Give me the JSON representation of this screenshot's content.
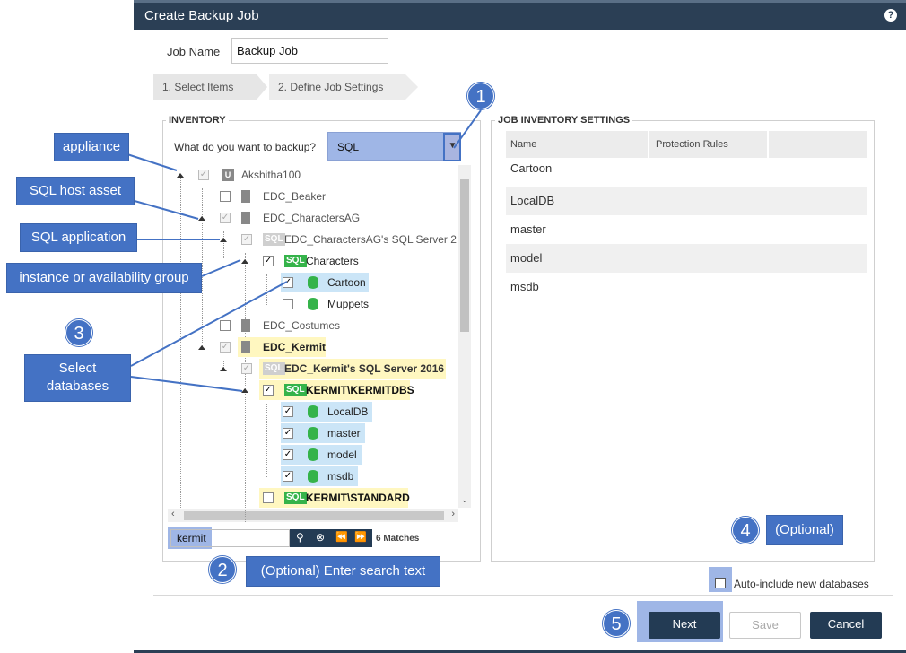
{
  "window": {
    "title": "Create Backup Job",
    "help": "?"
  },
  "job": {
    "label": "Job Name",
    "value": "Backup Job"
  },
  "steps": [
    "1. Select Items",
    "2. Define Job Settings"
  ],
  "inventory": {
    "legend": "INVENTORY",
    "question": "What do you want to backup?",
    "select_value": "SQL",
    "tree": [
      {
        "label": "Akshitha100"
      },
      {
        "label": "EDC_Beaker"
      },
      {
        "label": "EDC_CharactersAG"
      },
      {
        "label": "EDC_CharactersAG's SQL Server 2",
        "badge": "SQL"
      },
      {
        "label": "Characters",
        "badge": "SQL"
      },
      {
        "label": "Cartoon"
      },
      {
        "label": "Muppets"
      },
      {
        "label": "EDC_Costumes"
      },
      {
        "label": "EDC_Kermit"
      },
      {
        "label": "EDC_Kermit's SQL Server 2016",
        "badge": "SQL"
      },
      {
        "label": "KERMIT\\KERMITDBS",
        "badge": "SQL"
      },
      {
        "label": "LocalDB"
      },
      {
        "label": "master"
      },
      {
        "label": "model"
      },
      {
        "label": "msdb"
      },
      {
        "label": "KERMIT\\STANDARD",
        "badge": "SQL"
      }
    ],
    "search": {
      "value": "kermit",
      "matches": "6 Matches"
    }
  },
  "settings": {
    "legend": "JOB INVENTORY SETTINGS",
    "columns": [
      "Name",
      "Protection Rules"
    ],
    "rows": [
      "Cartoon",
      "LocalDB",
      "master",
      "model",
      "msdb"
    ],
    "auto_include": "Auto-include new databases"
  },
  "buttons": {
    "next": "Next",
    "save": "Save",
    "cancel": "Cancel"
  },
  "callouts": {
    "appliance": "appliance",
    "sql_host": "SQL host asset",
    "sql_app": "SQL application",
    "instance": "instance or availability group",
    "select_db": "Select databases",
    "optional_search": "(Optional) Enter search text",
    "optional": "(Optional)",
    "n1": "1",
    "n2": "2",
    "n3": "3",
    "n4": "4",
    "n5": "5"
  },
  "colors": {
    "titlebar": "#2b3f55",
    "callout": "#4472c4",
    "cancel_button": "#233b54",
    "sql_badge": "#35b34a"
  }
}
